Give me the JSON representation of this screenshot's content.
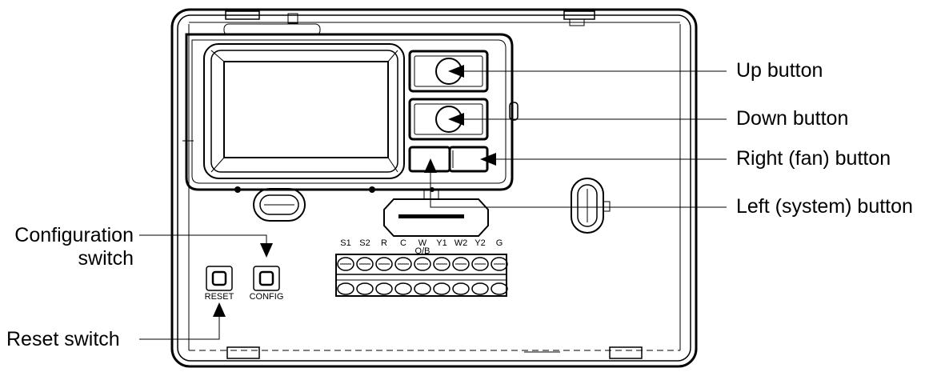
{
  "callouts": {
    "up_button": "Up button",
    "down_button": "Down button",
    "right_button": "Right (fan) button",
    "left_button": "Left (system) button",
    "config_switch_line1": "Configuration",
    "config_switch_line2": "switch",
    "reset_switch": "Reset switch"
  },
  "switches": {
    "reset_label": "RESET",
    "config_label": "CONFIG"
  },
  "terminals": {
    "labels": [
      "S1",
      "S2",
      "R",
      "C",
      "W",
      "Y1",
      "W2",
      "Y2",
      "G"
    ],
    "w_sub_label": "O/B"
  }
}
